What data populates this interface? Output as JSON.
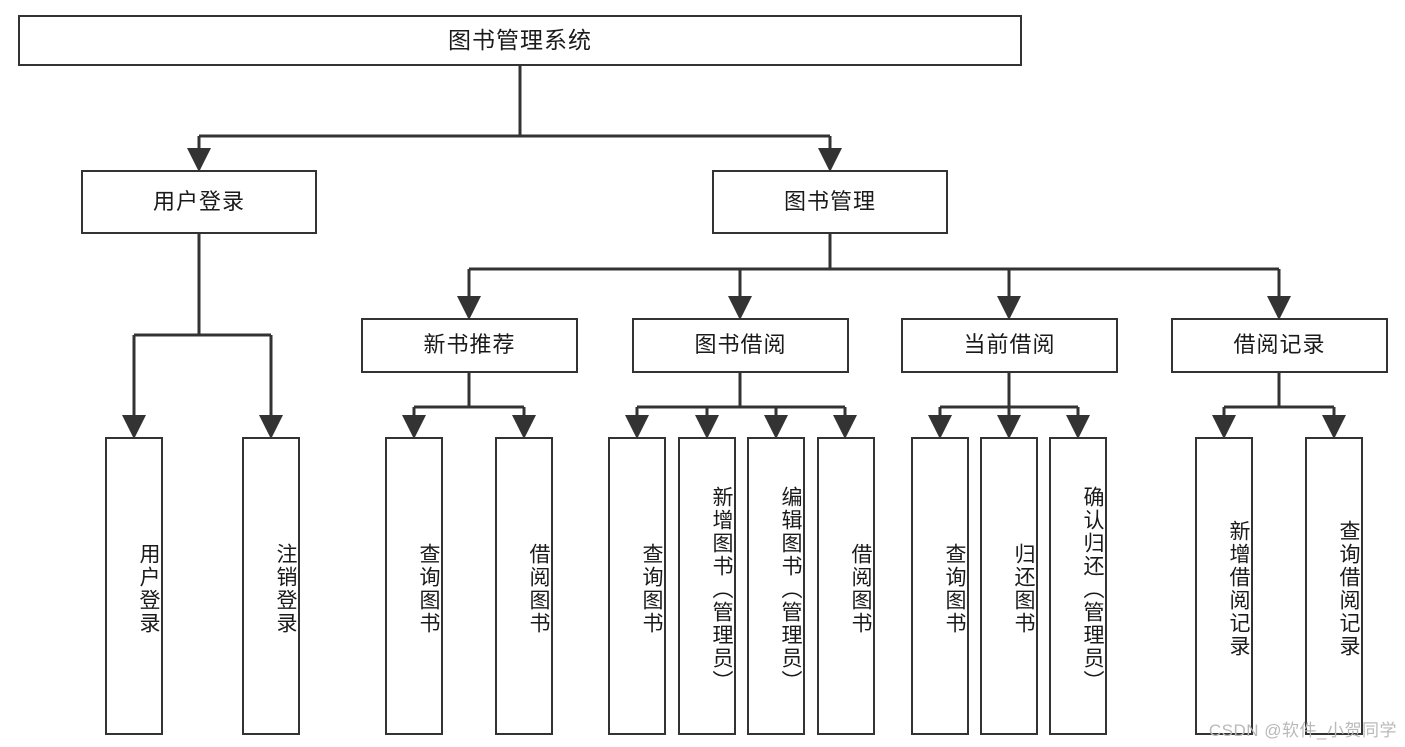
{
  "diagram": {
    "title": "图书管理系统",
    "watermark": "CSDN @软件_小贺同学",
    "stroke_color": "#333333",
    "fill_color": "#ffffff",
    "text_color": "#1a1a1a",
    "watermark_color": "#b9b9b9"
  },
  "nodes": {
    "root": {
      "label": "图书管理系统"
    },
    "level2": [
      {
        "label": "用户登录"
      },
      {
        "label": "图书管理"
      }
    ],
    "level3": [
      {
        "label": "新书推荐"
      },
      {
        "label": "图书借阅"
      },
      {
        "label": "当前借阅"
      },
      {
        "label": "借阅记录"
      }
    ],
    "leaves_user_login": [
      {
        "label": "用户登录"
      },
      {
        "label": "注销登录"
      }
    ],
    "leaves_new_book": [
      {
        "label": "查询图书"
      },
      {
        "label": "借阅图书"
      }
    ],
    "leaves_borrow": [
      {
        "label": "查询图书"
      },
      {
        "label": "新增图书（管理员）"
      },
      {
        "label": "编辑图书（管理员）"
      },
      {
        "label": "借阅图书"
      }
    ],
    "leaves_current": [
      {
        "label": "查询图书"
      },
      {
        "label": "归还图书"
      },
      {
        "label": "确认归还（管理员）"
      }
    ],
    "leaves_records": [
      {
        "label": "新增借阅记录"
      },
      {
        "label": "查询借阅记录"
      }
    ]
  },
  "chart_data": {
    "type": "diagram",
    "subtype": "tree",
    "title": "图书管理系统",
    "orientation": "top-down",
    "tree": {
      "label": "图书管理系统",
      "children": [
        {
          "label": "用户登录",
          "children": [
            {
              "label": "用户登录"
            },
            {
              "label": "注销登录"
            }
          ]
        },
        {
          "label": "图书管理",
          "children": [
            {
              "label": "新书推荐",
              "children": [
                {
                  "label": "查询图书"
                },
                {
                  "label": "借阅图书"
                }
              ]
            },
            {
              "label": "图书借阅",
              "children": [
                {
                  "label": "查询图书"
                },
                {
                  "label": "新增图书（管理员）"
                },
                {
                  "label": "编辑图书（管理员）"
                },
                {
                  "label": "借阅图书"
                }
              ]
            },
            {
              "label": "当前借阅",
              "children": [
                {
                  "label": "查询图书"
                },
                {
                  "label": "归还图书"
                },
                {
                  "label": "确认归还（管理员）"
                }
              ]
            },
            {
              "label": "借阅记录",
              "children": [
                {
                  "label": "新增借阅记录"
                },
                {
                  "label": "查询借阅记录"
                }
              ]
            }
          ]
        }
      ]
    }
  }
}
